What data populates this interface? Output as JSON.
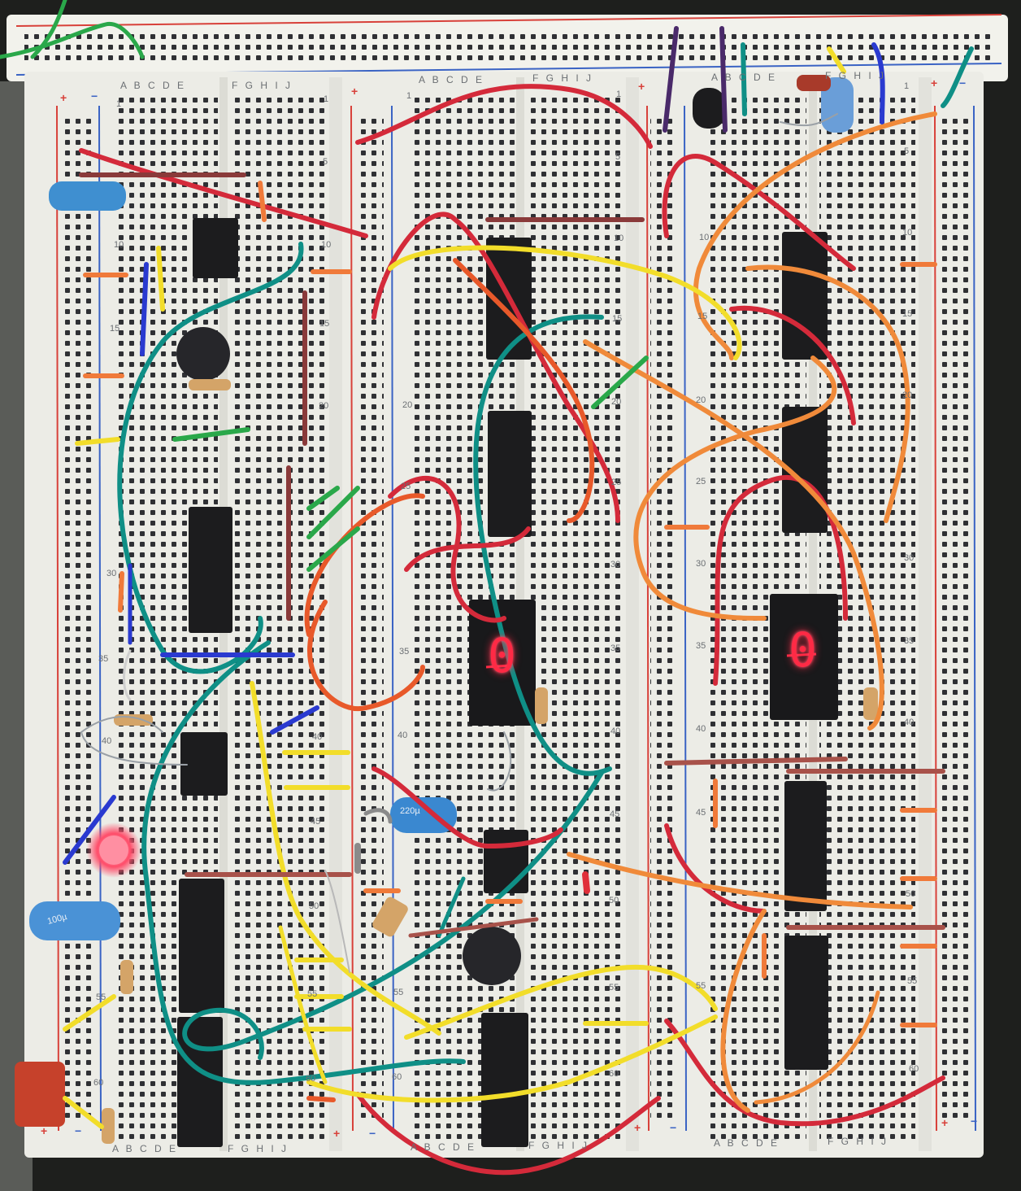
{
  "breadboard": {
    "row_labels_left": "A B C D E",
    "row_labels_right": "F G H I J",
    "plus_sign": "+",
    "minus_sign": "−",
    "row_numbers": [
      "1",
      "5",
      "10",
      "15",
      "20",
      "25",
      "30",
      "35",
      "40",
      "45",
      "50",
      "55",
      "60"
    ]
  },
  "displays": {
    "left_digit": "0",
    "right_digit": "0",
    "segment_color": "#ff2a45"
  },
  "components": {
    "capacitor_label_1": "220µ",
    "capacitor_label_2": "100µ"
  },
  "colors": {
    "board": "#efefe9",
    "rail_red": "#d8413a",
    "rail_blue": "#3a63c4",
    "wire_red": "#d42a3a",
    "wire_orange": "#f08a3a",
    "wire_teal": "#0f8f86",
    "wire_yellow": "#f2dd2a",
    "wire_green": "#2aa84a",
    "wire_brown": "#8a3a3a"
  }
}
